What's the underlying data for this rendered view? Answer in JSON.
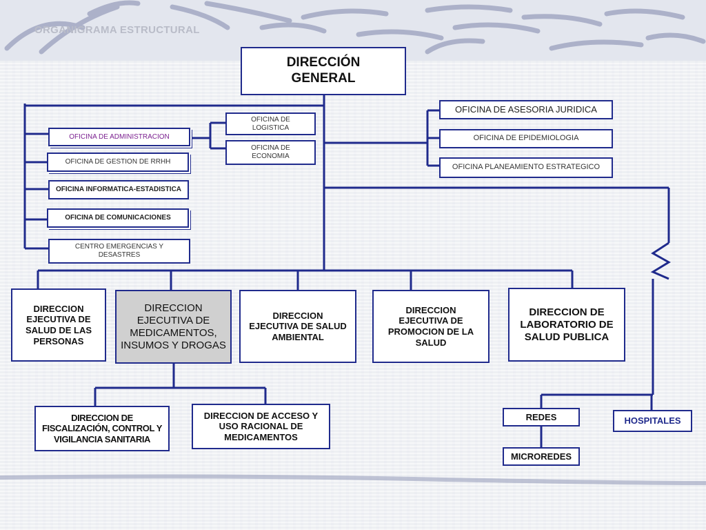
{
  "title": "ORGANIGRAMA ESTRUCTURAL",
  "colors": {
    "line": "#1f2a8c",
    "box_border": "#1f2a8c",
    "highlight_fill": "#d0d0d0"
  },
  "direccion_general": {
    "line1": "DIRECCIÓN",
    "line2": "GENERAL"
  },
  "left_offices": {
    "administracion": "OFICINA DE ADMINISTRACION",
    "rrhh": "OFICINA DE GESTION DE RRHH",
    "informatica": "OFICINA INFORMATICA-ESTADISTICA",
    "comunicaciones": "OFICINA DE COMUNICACIONES",
    "emergencias": "CENTRO EMERGENCIAS Y DESASTRES"
  },
  "admin_sub": {
    "logistica": "OFICINA DE LOGISTICA",
    "economia": "OFICINA DE ECONOMIA"
  },
  "right_offices": {
    "juridica": "OFICINA DE ASESORIA JURIDICA",
    "epidemiologia": "OFICINA DE EPIDEMIOLOGIA",
    "planeamiento": "OFICINA  PLANEAMIENTO ESTRATEGICO"
  },
  "executive": {
    "personas": "DIRECCION EJECUTIVA DE SALUD DE LAS PERSONAS",
    "medicamentos": "DIRECCION EJECUTIVA DE MEDICAMENTOS, INSUMOS Y DROGAS",
    "ambiental": "DIRECCION EJECUTIVA DE SALUD AMBIENTAL",
    "promocion": "DIRECCION EJECUTIVA DE PROMOCION DE LA SALUD",
    "laboratorio": "DIRECCION DE LABORATORIO DE SALUD PUBLICA"
  },
  "medicamentos_sub": {
    "fiscalizacion": "DIRECCION DE FISCALIZACIÓN, CONTROL Y VIGILANCIA SANITARIA",
    "acceso": "DIRECCION DE  ACCESO Y USO RACIONAL DE MEDICAMENTOS"
  },
  "network": {
    "redes": "REDES",
    "microredes": "MICROREDES",
    "hospitales": "HOSPITALES"
  }
}
